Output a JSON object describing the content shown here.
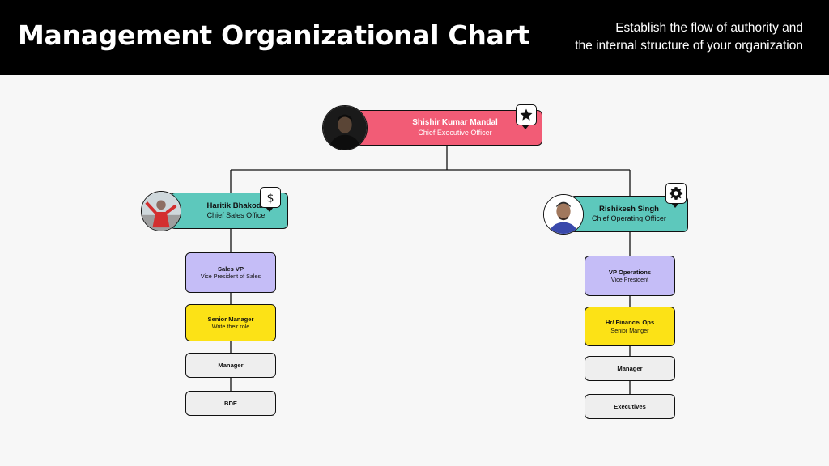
{
  "header": {
    "title": "Management Organizational Chart",
    "subtitle_line1": "Establish the flow of authority and",
    "subtitle_line2": "the internal structure of your organization"
  },
  "colors": {
    "header_bg": "#000000",
    "ceo_card": "#F25C76",
    "executive_card": "#5DC8BC",
    "vp_card": "#C5BDF7",
    "senior_card": "#FCE216",
    "staff_card": "#EEEEEE",
    "page_bg": "#F7F7F7"
  },
  "ceo": {
    "name": "Shishir Kumar Mandal",
    "role": "Chief Executive Officer",
    "icon": "star-icon"
  },
  "sales": {
    "head": {
      "name": "Haritik Bhakodia",
      "role": "Chief Sales Officer",
      "icon": "dollar-icon"
    },
    "levels": [
      {
        "name": "Sales VP",
        "role": "Vice President of Sales"
      },
      {
        "name": "Senior Manager",
        "role": "Write their role"
      },
      {
        "name": "Manager",
        "role": ""
      },
      {
        "name": "BDE",
        "role": ""
      }
    ]
  },
  "operations": {
    "head": {
      "name": "Rishikesh Singh",
      "role": "Chief Operating Officer",
      "icon": "gear-icon"
    },
    "levels": [
      {
        "name": "VP Operations",
        "role": "Vice President"
      },
      {
        "name": "Hr/ Finance/ Ops",
        "role": "Senior Manger"
      },
      {
        "name": "Manager",
        "role": ""
      },
      {
        "name": "Executives",
        "role": ""
      }
    ]
  }
}
